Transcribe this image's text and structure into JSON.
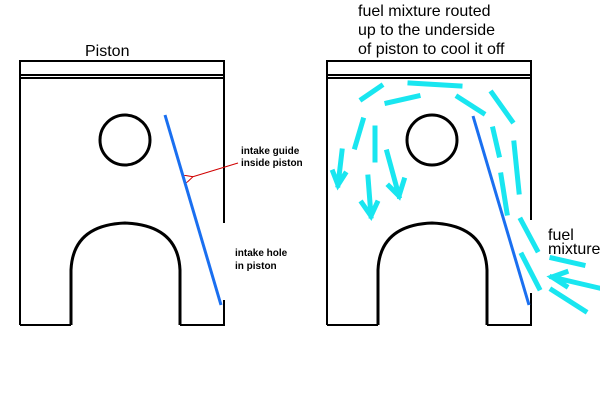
{
  "left_panel": {
    "title": "Piston",
    "label_guide": [
      "intake guide",
      "inside piston"
    ],
    "label_hole": [
      "intake hole",
      "in piston"
    ]
  },
  "right_panel": {
    "caption": [
      "fuel mixture routed",
      "up to the underside",
      "of piston to cool it off"
    ],
    "label_fuel": [
      "fuel",
      "mixture"
    ]
  },
  "colors": {
    "guide": "#1a6ff0",
    "flow": "#19e6f0",
    "pointer": "#d00000"
  }
}
